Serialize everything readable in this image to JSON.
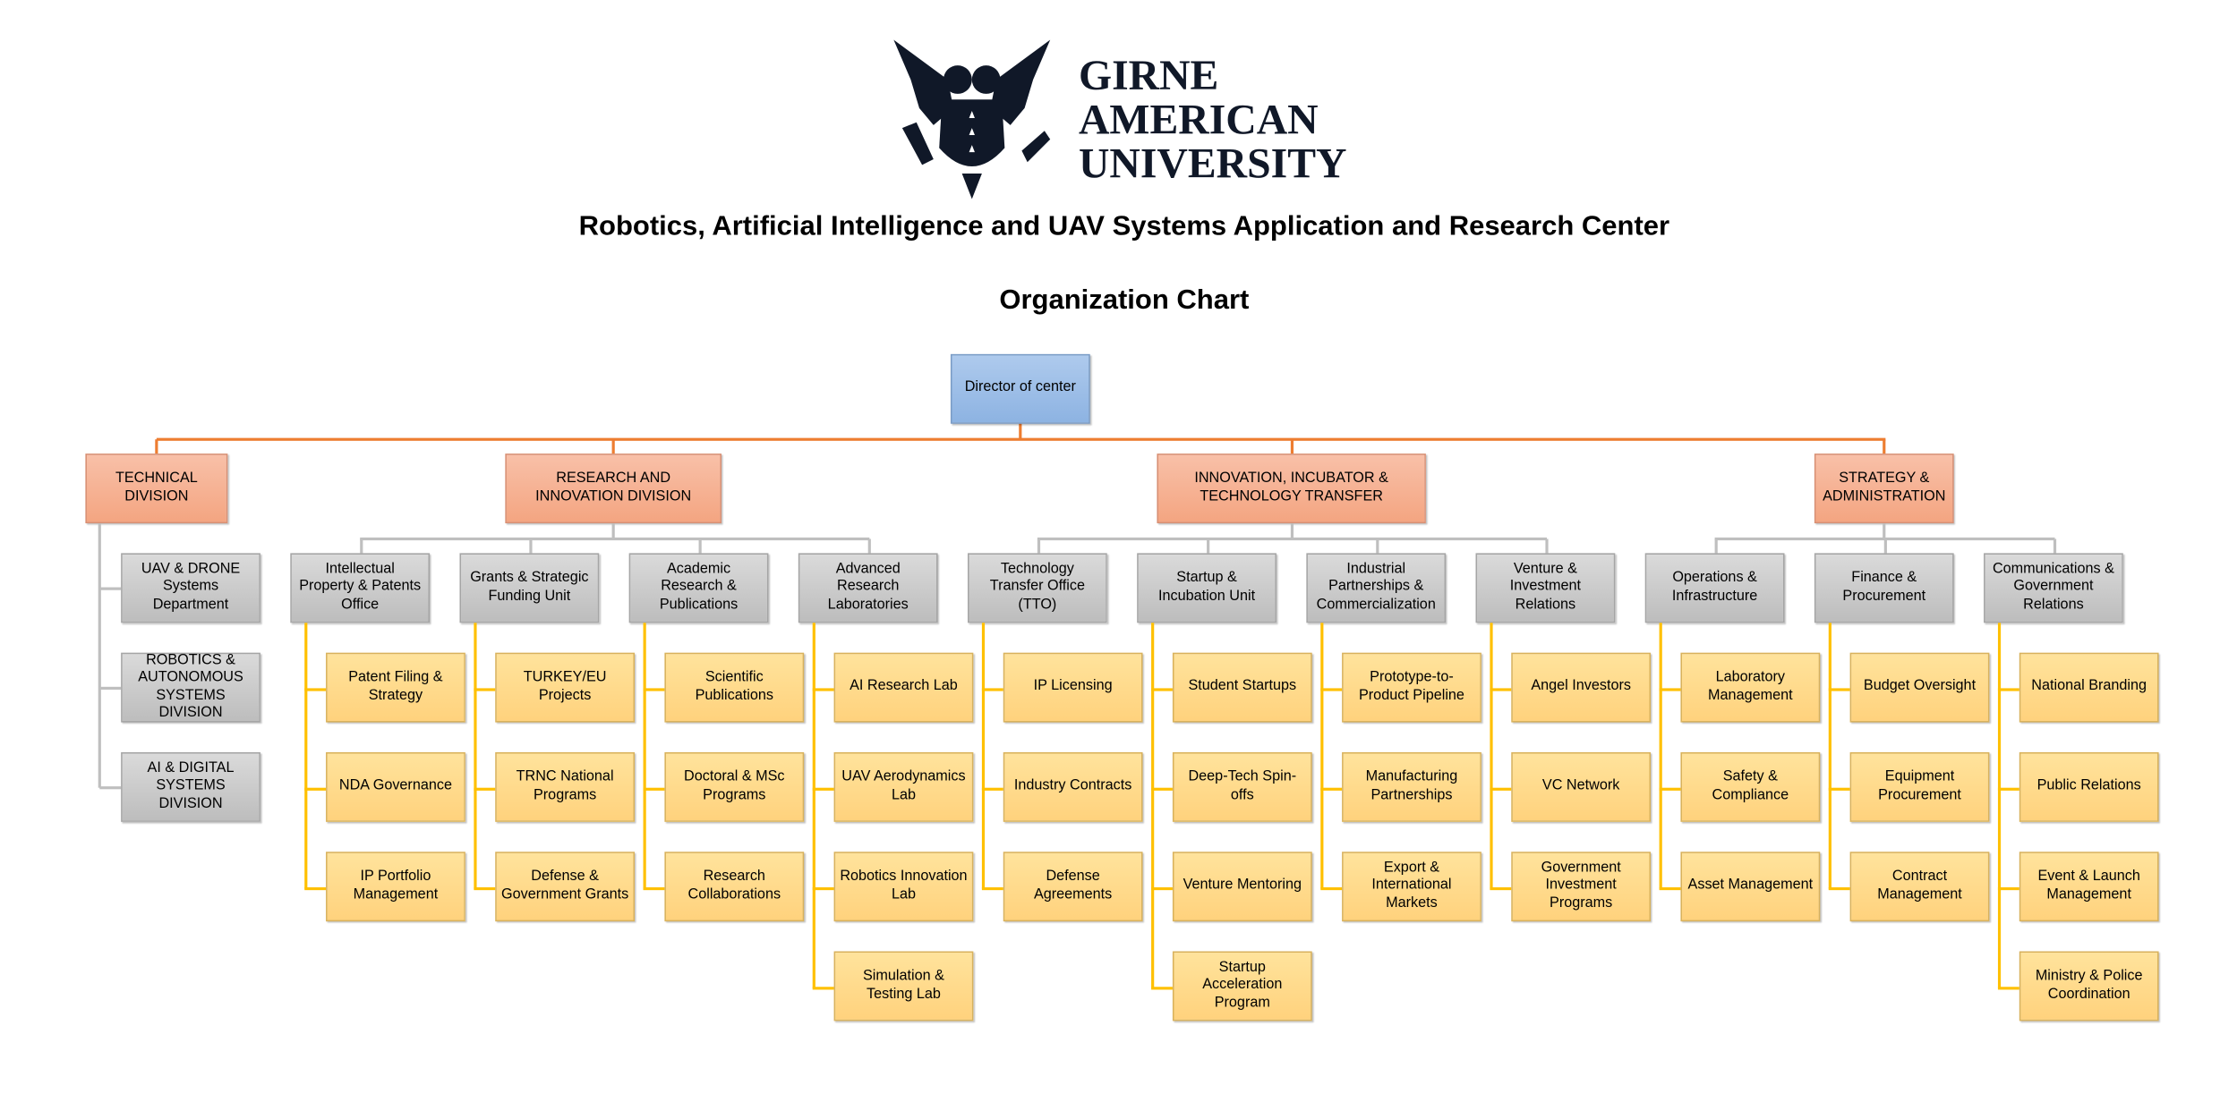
{
  "logo": {
    "line1": "GIRNE",
    "line2": "AMERICAN",
    "line3": "UNIVERSITY"
  },
  "title": "Robotics, Artificial Intelligence and UAV Systems Application and Research Center",
  "subtitle": "Organization Chart",
  "director": "Director of center",
  "colors": {
    "director": "#8db3e2",
    "division": "#f4a581",
    "unit": "#bfbfbf",
    "item": "#ffd27d",
    "line_top": "#ed7d31",
    "line_unit": "#bfbfbf",
    "line_item": "#ffc000"
  },
  "divisions": [
    {
      "label": "TECHNICAL DIVISION",
      "children": [
        {
          "label": "UAV & DRONE Systems Department",
          "items": []
        },
        {
          "label": "ROBOTICS & AUTONOMOUS SYSTEMS DIVISION",
          "items": []
        },
        {
          "label": "AI & DIGITAL SYSTEMS DIVISION",
          "items": []
        }
      ]
    },
    {
      "label": "RESEARCH AND INNOVATION DIVISION",
      "children": [
        {
          "label": "Intellectual Property & Patents Office",
          "items": [
            "Patent Filing & Strategy",
            "NDA Governance",
            "IP Portfolio Management"
          ]
        },
        {
          "label": "Grants & Strategic Funding Unit",
          "items": [
            "TURKEY/EU Projects",
            "TRNC National Programs",
            "Defense & Government Grants"
          ]
        },
        {
          "label": "Academic Research & Publications",
          "items": [
            "Scientific Publications",
            "Doctoral & MSc Programs",
            "Research Collaborations"
          ]
        },
        {
          "label": "Advanced Research Laboratories",
          "items": [
            "AI Research Lab",
            "UAV Aerodynamics Lab",
            "Robotics Innovation Lab",
            "Simulation & Testing Lab"
          ]
        }
      ]
    },
    {
      "label": "INNOVATION, INCUBATOR & TECHNOLOGY TRANSFER",
      "children": [
        {
          "label": "Technology Transfer Office (TTO)",
          "items": [
            "IP Licensing",
            "Industry Contracts",
            "Defense Agreements"
          ]
        },
        {
          "label": "Startup & Incubation Unit",
          "items": [
            "Student Startups",
            "Deep-Tech Spin-offs",
            "Venture Mentoring",
            "Startup Acceleration Program"
          ]
        },
        {
          "label": "Industrial Partnerships & Commercialization",
          "items": [
            "Prototype-to-Product Pipeline",
            "Manufacturing Partnerships",
            "Export & International Markets"
          ]
        },
        {
          "label": "Venture & Investment Relations",
          "items": [
            "Angel Investors",
            "VC Network",
            "Government Investment Programs"
          ]
        }
      ]
    },
    {
      "label": "STRATEGY & ADMINISTRATION",
      "children": [
        {
          "label": "Operations & Infrastructure",
          "items": [
            "Laboratory Management",
            "Safety & Compliance",
            "Asset Management"
          ]
        },
        {
          "label": "Finance & Procurement",
          "items": [
            "Budget Oversight",
            "Equipment Procurement",
            "Contract Management"
          ]
        },
        {
          "label": "Communications & Government Relations",
          "items": [
            "National Branding",
            "Public Relations",
            "Event & Launch Management",
            "Ministry & Police Coordination"
          ]
        }
      ]
    }
  ]
}
